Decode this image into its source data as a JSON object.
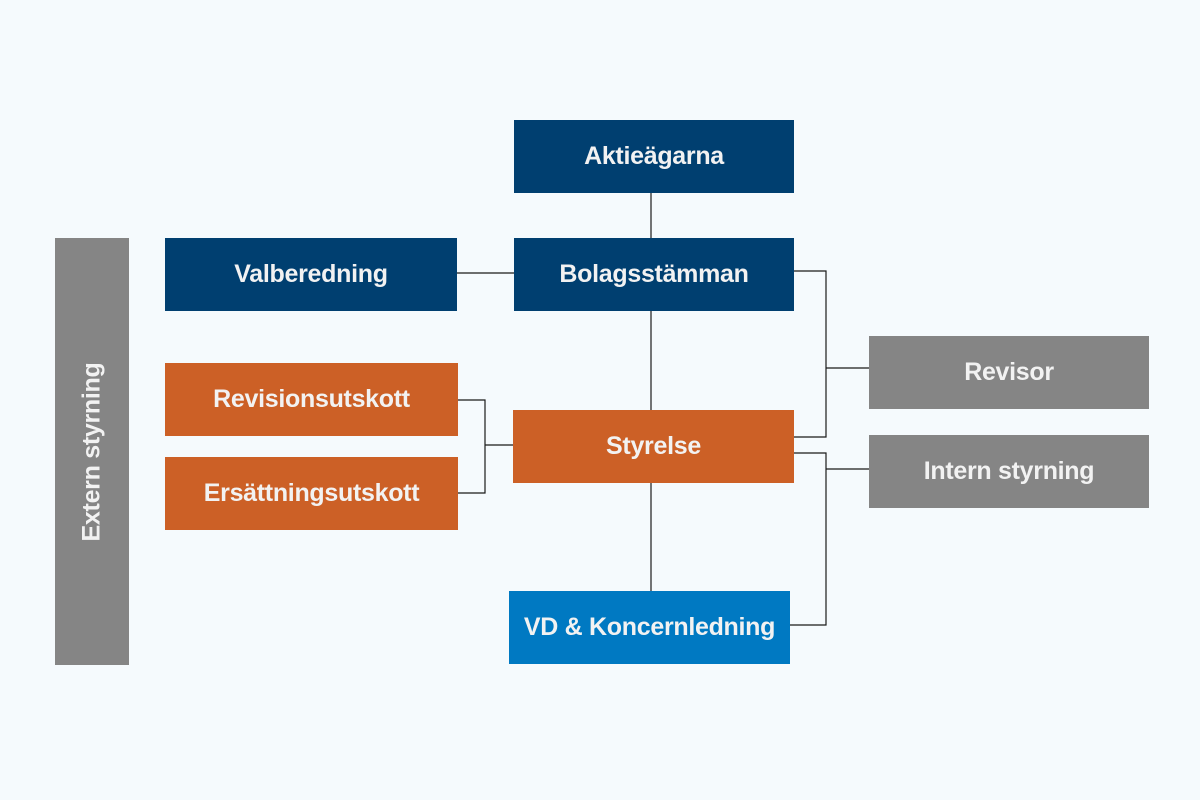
{
  "diagram": {
    "nodes": {
      "aktieagarna": "Aktieägarna",
      "bolagsstamman": "Bolagsstämman",
      "valberedning": "Valberedning",
      "styrelse": "Styrelse",
      "revisionsutskott": "Revisionsutskott",
      "ersattningsutskott": "Ersättningsutskott",
      "vd_koncernledning": "VD & Koncernledning",
      "revisor": "Revisor",
      "intern_styrning": "Intern styrning",
      "extern_styrning": "Extern styrning"
    },
    "colors": {
      "background": "#f5fafd",
      "navy": "#003f70",
      "orange": "#cc6026",
      "gray": "#858585",
      "blue": "#0079c2",
      "connector": "#1a1a1a",
      "text": "#f2f2f2"
    }
  }
}
